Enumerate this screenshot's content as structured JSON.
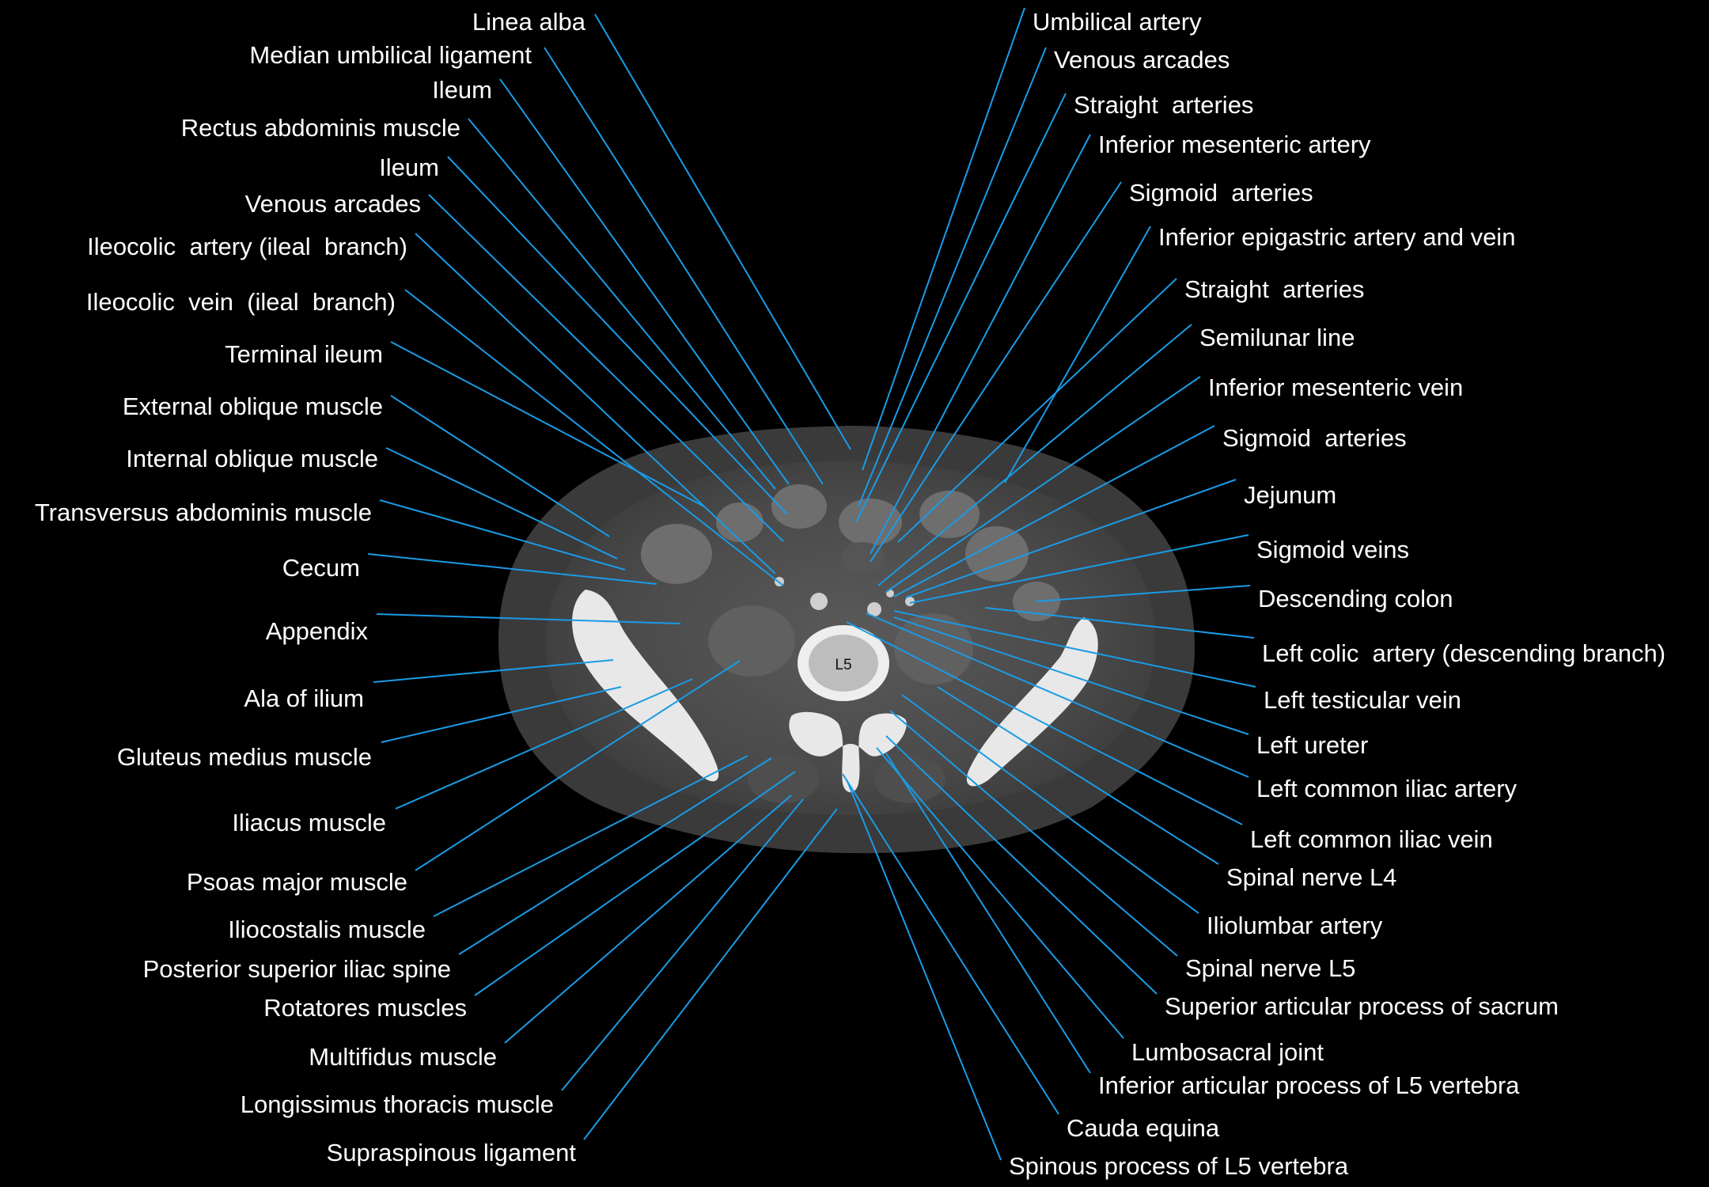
{
  "figure": {
    "vertebra_label": "L5",
    "colors": {
      "background": "#000000",
      "leader": "#1a9be6",
      "text": "#ffffff"
    },
    "left_labels": [
      "Linea alba",
      "Median umbilical ligament",
      "Ileum",
      "Rectus abdominis muscle",
      "Ileum",
      "Venous arcades",
      "Ileocolic  artery (ileal  branch)",
      "Ileocolic  vein  (ileal  branch)",
      "Terminal ileum",
      "External oblique muscle",
      "Internal oblique muscle",
      "Transversus abdominis muscle",
      "Cecum",
      "Appendix",
      "Ala of ilium",
      "Gluteus medius muscle",
      "Iliacus muscle",
      "Psoas major muscle",
      "Iliocostalis muscle",
      "Posterior superior iliac spine",
      "Rotatores muscles",
      "Multifidus muscle",
      "Longissimus thoracis muscle",
      "Supraspinous ligament"
    ],
    "right_labels": [
      "Umbilical artery",
      "Venous arcades",
      "Straight  arteries",
      "Inferior mesenteric artery",
      "Sigmoid  arteries",
      "Inferior epigastric artery and vein",
      "Straight  arteries",
      "Semilunar line",
      "Inferior mesenteric vein",
      "Sigmoid  arteries",
      "Jejunum",
      "Sigmoid veins",
      "Descending colon",
      "Left colic  artery (descending branch)",
      "Left testicular vein",
      "Left ureter",
      "Left common iliac artery",
      "Left common iliac vein",
      "Spinal nerve L4",
      "Iliolumbar artery",
      "Spinal nerve L5",
      "Superior articular process of sacrum",
      "Lumbosacral joint",
      "Inferior articular process of L5 vertebra",
      "Cauda equina",
      "Spinous process of L5 vertebra"
    ]
  }
}
